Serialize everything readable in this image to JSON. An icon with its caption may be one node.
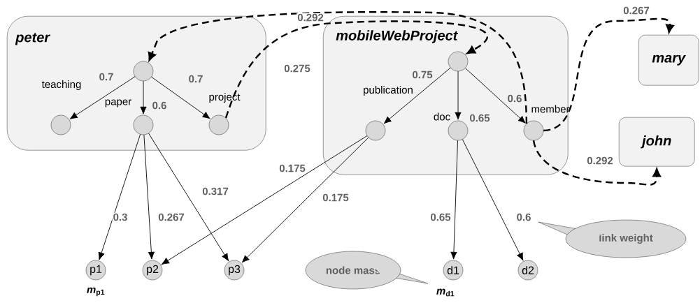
{
  "diagram": {
    "nodes": [
      {
        "text": [
          "peter"
        ]
      },
      {
        "text": [],
        "shape": "circle",
        "in": 0
      },
      {
        "text": [],
        "shape": "circle",
        "in": 0,
        "beside": [
          "teaching"
        ]
      },
      {
        "text": [],
        "shape": "circle",
        "in": 0,
        "beside": [
          "paper"
        ]
      },
      {
        "text": [],
        "shape": "circle",
        "in": 0,
        "beside": [
          "project"
        ]
      },
      {
        "text": [
          "mobileWebProject"
        ]
      },
      {
        "text": [],
        "shape": "circle",
        "in": 5
      },
      {
        "text": [],
        "shape": "circle",
        "in": 5,
        "beside": [
          "publication"
        ]
      },
      {
        "text": [],
        "shape": "circle",
        "in": 5,
        "beside": [
          "doc"
        ]
      },
      {
        "text": [],
        "shape": "circle",
        "in": 5,
        "beside": [
          "member"
        ]
      },
      {
        "text": [
          "mary"
        ]
      },
      {
        "text": [
          "john"
        ]
      },
      {
        "text": [
          "p1"
        ],
        "beside": [
          "*m*$_{p1}$"
        ]
      },
      {
        "text": [
          "p2"
        ]
      },
      {
        "text": [
          "p3"
        ]
      },
      {
        "text": [
          "node mass"
        ]
      },
      {
        "text": [
          "d1"
        ],
        "beside": [
          "*m*$_{d1}$"
        ]
      },
      {
        "text": [
          "d2"
        ]
      },
      {
        "text": [
          "link weight"
        ]
      }
    ],
    "edges": [
      {
        "from": 1,
        "to": 2,
        "arrow": "to",
        "label": "0.7"
      },
      {
        "from": 1,
        "to": 3,
        "arrow": "to",
        "label": "0.6"
      },
      {
        "from": 1,
        "to": 4,
        "arrow": "to",
        "label": "0.7"
      },
      {
        "from": 6,
        "to": 7,
        "arrow": "to",
        "label": "0.75"
      },
      {
        "from": 6,
        "to": 8,
        "arrow": "to",
        "label": "0.65"
      },
      {
        "from": 6,
        "to": 9,
        "arrow": "to",
        "label": "0.6"
      },
      {
        "from": 3,
        "to": 12,
        "arrow": "to",
        "label": "0.3"
      },
      {
        "from": 3,
        "to": 13,
        "arrow": "to",
        "label": "0.267"
      },
      {
        "from": 3,
        "to": 14,
        "arrow": "to",
        "label": "0.317"
      },
      {
        "from": 7,
        "to": 13,
        "arrow": "to",
        "label": "0.175"
      },
      {
        "from": 7,
        "to": 14,
        "arrow": "to",
        "label": "0.175"
      },
      {
        "from": 8,
        "to": 16,
        "arrow": "to",
        "label": "0.65"
      },
      {
        "from": 8,
        "to": 17,
        "arrow": "to",
        "label": "0.6"
      },
      {
        "from": 9,
        "to": 1,
        "arrow": "to",
        "label": "0.292",
        "style": "dashed"
      },
      {
        "from": 4,
        "to": 6,
        "arrow": "to",
        "label": "0.275",
        "style": "dashed"
      },
      {
        "from": 9,
        "to": 10,
        "arrow": "to",
        "label": "0.267",
        "style": "dashed"
      },
      {
        "from": 9,
        "to": 11,
        "arrow": "to",
        "label": "0.292",
        "style": "dashed"
      }
    ]
  }
}
